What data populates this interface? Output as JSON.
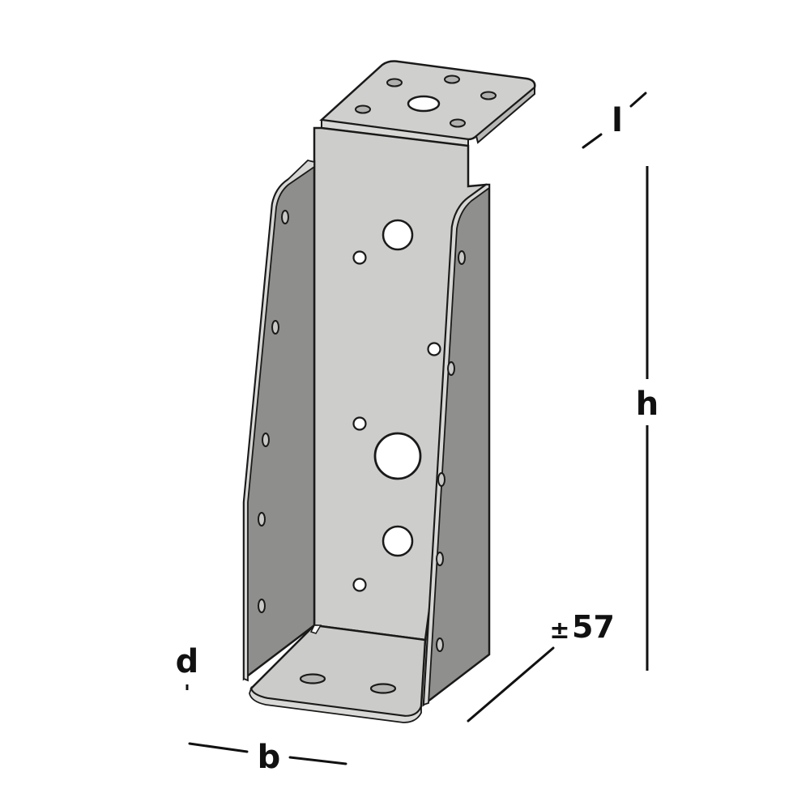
{
  "diagram": {
    "subject": "joist hanger",
    "colors": {
      "background": "#ffffff",
      "metal_light": "#cfd0cd",
      "metal_mid": "#c2c3c0",
      "metal_dark": "#8e8f8c",
      "outline": "#1a1a1a",
      "dimension_line": "#111111"
    },
    "dimensions": {
      "l": {
        "label": "l"
      },
      "h": {
        "label": "h"
      },
      "b": {
        "label": "b"
      },
      "d": {
        "label": "d"
      },
      "depth": {
        "tolerance_symbol": "±",
        "value": "57"
      }
    }
  }
}
